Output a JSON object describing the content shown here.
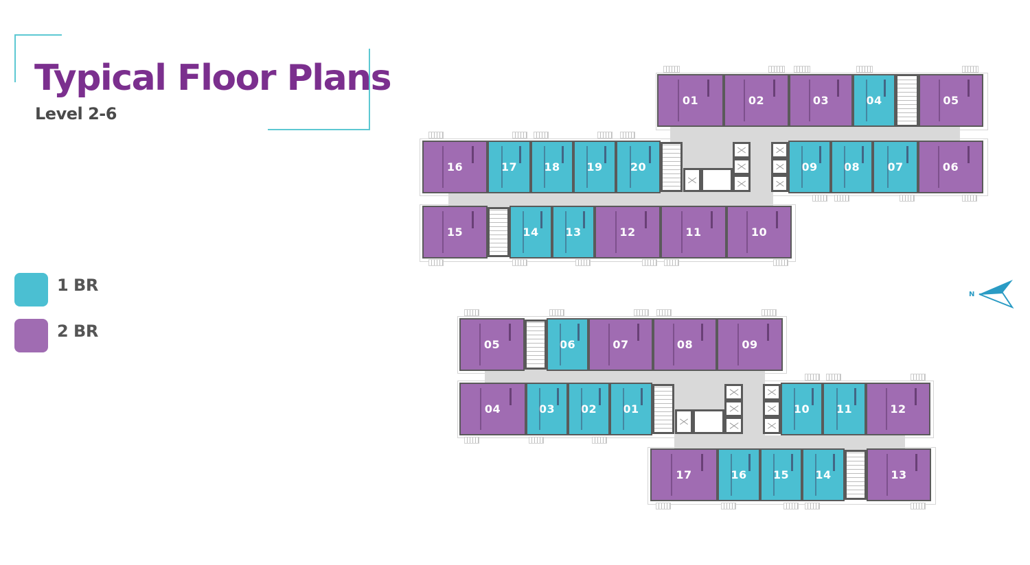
{
  "header": {
    "title": "Typical Floor Plans",
    "subtitle": "Level 2-6"
  },
  "legend": {
    "items": [
      {
        "label": "1 BR",
        "color": "#4bbfd2"
      },
      {
        "label": "2 BR",
        "color": "#a06cb2"
      }
    ]
  },
  "colors": {
    "one_br": "#4bbfd2",
    "two_br": "#a06cb2",
    "title": "#7b2f8e",
    "frame": "#5cc8d2",
    "corridor": "#d9d9d9",
    "compass": "#2a9bc4"
  },
  "compass": {
    "label": "N"
  },
  "building_a": {
    "units": [
      {
        "id": "01",
        "type": "2 BR"
      },
      {
        "id": "02",
        "type": "2 BR"
      },
      {
        "id": "03",
        "type": "2 BR"
      },
      {
        "id": "04",
        "type": "1 BR"
      },
      {
        "id": "05",
        "type": "2 BR"
      },
      {
        "id": "06",
        "type": "2 BR"
      },
      {
        "id": "07",
        "type": "1 BR"
      },
      {
        "id": "08",
        "type": "1 BR"
      },
      {
        "id": "09",
        "type": "1 BR"
      },
      {
        "id": "10",
        "type": "2 BR"
      },
      {
        "id": "11",
        "type": "2 BR"
      },
      {
        "id": "12",
        "type": "2 BR"
      },
      {
        "id": "13",
        "type": "1 BR"
      },
      {
        "id": "14",
        "type": "1 BR"
      },
      {
        "id": "15",
        "type": "2 BR"
      },
      {
        "id": "16",
        "type": "2 BR"
      },
      {
        "id": "17",
        "type": "1 BR"
      },
      {
        "id": "18",
        "type": "1 BR"
      },
      {
        "id": "19",
        "type": "1 BR"
      },
      {
        "id": "20",
        "type": "1 BR"
      }
    ]
  },
  "building_b": {
    "units": [
      {
        "id": "01",
        "type": "1 BR"
      },
      {
        "id": "02",
        "type": "1 BR"
      },
      {
        "id": "03",
        "type": "1 BR"
      },
      {
        "id": "04",
        "type": "2 BR"
      },
      {
        "id": "05",
        "type": "2 BR"
      },
      {
        "id": "06",
        "type": "1 BR"
      },
      {
        "id": "07",
        "type": "2 BR"
      },
      {
        "id": "08",
        "type": "2 BR"
      },
      {
        "id": "09",
        "type": "2 BR"
      },
      {
        "id": "10",
        "type": "1 BR"
      },
      {
        "id": "11",
        "type": "1 BR"
      },
      {
        "id": "12",
        "type": "2 BR"
      },
      {
        "id": "13",
        "type": "2 BR"
      },
      {
        "id": "14",
        "type": "1 BR"
      },
      {
        "id": "15",
        "type": "1 BR"
      },
      {
        "id": "16",
        "type": "1 BR"
      },
      {
        "id": "17",
        "type": "2 BR"
      }
    ]
  }
}
